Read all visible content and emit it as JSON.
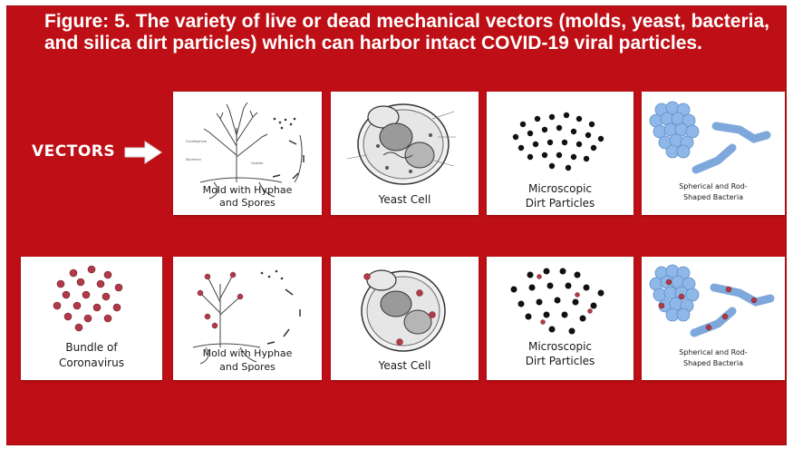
{
  "title": "Figure: 5. The variety of live or dead mechanical vectors (molds, yeast, bacteria, and silica dirt particles) which can harbor intact COVID-19 viral particles.",
  "vectors_label": "VECTORS",
  "colors": {
    "background": "#bd0f15",
    "card": "#ffffff",
    "bacteria": "#8fb8e8",
    "virus": "#b23a48"
  },
  "row1": [
    {
      "caption_line1": "Mold with Hyphae",
      "caption_line2": "and Spores"
    },
    {
      "caption_line1": "Yeast Cell",
      "caption_line2": ""
    },
    {
      "caption_line1": "Microscopic",
      "caption_line2": "Dirt Particles"
    },
    {
      "caption_line1": "Spherical and Rod-",
      "caption_line2": "Shaped Bacteria"
    }
  ],
  "row2": [
    {
      "caption_line1": "Bundle of",
      "caption_line2": "Coronavirus"
    },
    {
      "caption_line1": "Mold with Hyphae",
      "caption_line2": "and Spores"
    },
    {
      "caption_line1": "Yeast Cell",
      "caption_line2": ""
    },
    {
      "caption_line1": "Microscopic",
      "caption_line2": "Dirt Particles"
    },
    {
      "caption_line1": "Spherical and Rod-",
      "caption_line2": "Shaped Bacteria"
    }
  ]
}
